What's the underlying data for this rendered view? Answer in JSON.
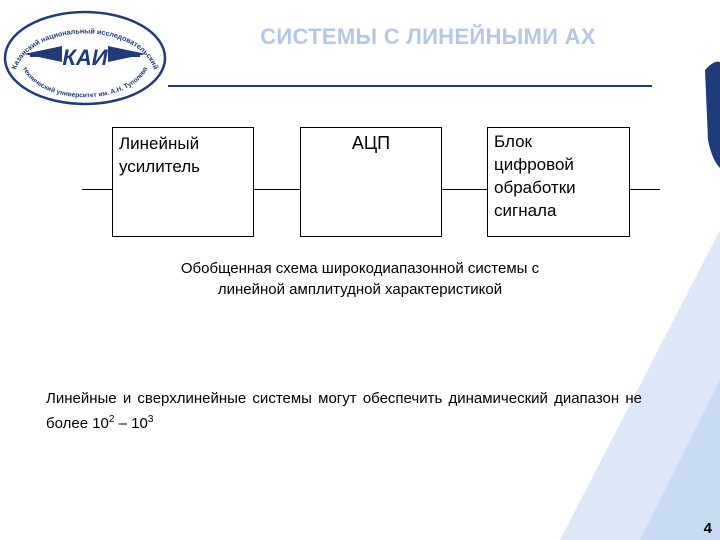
{
  "logo": {
    "text_top": "Казанский национальный исследовательский",
    "text_bottom": "технический университет им. А.Н. Туполева",
    "emblem": "КАИ"
  },
  "title": "СИСТЕМЫ С ЛИНЕЙНЫМИ АХ",
  "diagram": {
    "blocks": [
      {
        "lines": [
          "Линейный",
          "усилитель"
        ]
      },
      {
        "lines": [
          "АЦП"
        ]
      },
      {
        "lines": [
          "Блок",
          "цифровой",
          "обработки",
          "сигнала"
        ]
      }
    ],
    "caption": [
      "Обобщенная схема широкодиапазонной системы с",
      "линейной амплитудной характеристикой"
    ]
  },
  "paragraph": {
    "text_before": "Линейные и сверхлинейные системы могут обеспечить динамический диапазон не более 10",
    "exp1": "2",
    "dash": " – 10",
    "exp2": "3"
  },
  "page_number": "4",
  "colors": {
    "title": "#b4c8e6",
    "rule": "#1f3b7a",
    "logo_blue": "#1f3b7a",
    "decor": "#d7e6f8"
  }
}
